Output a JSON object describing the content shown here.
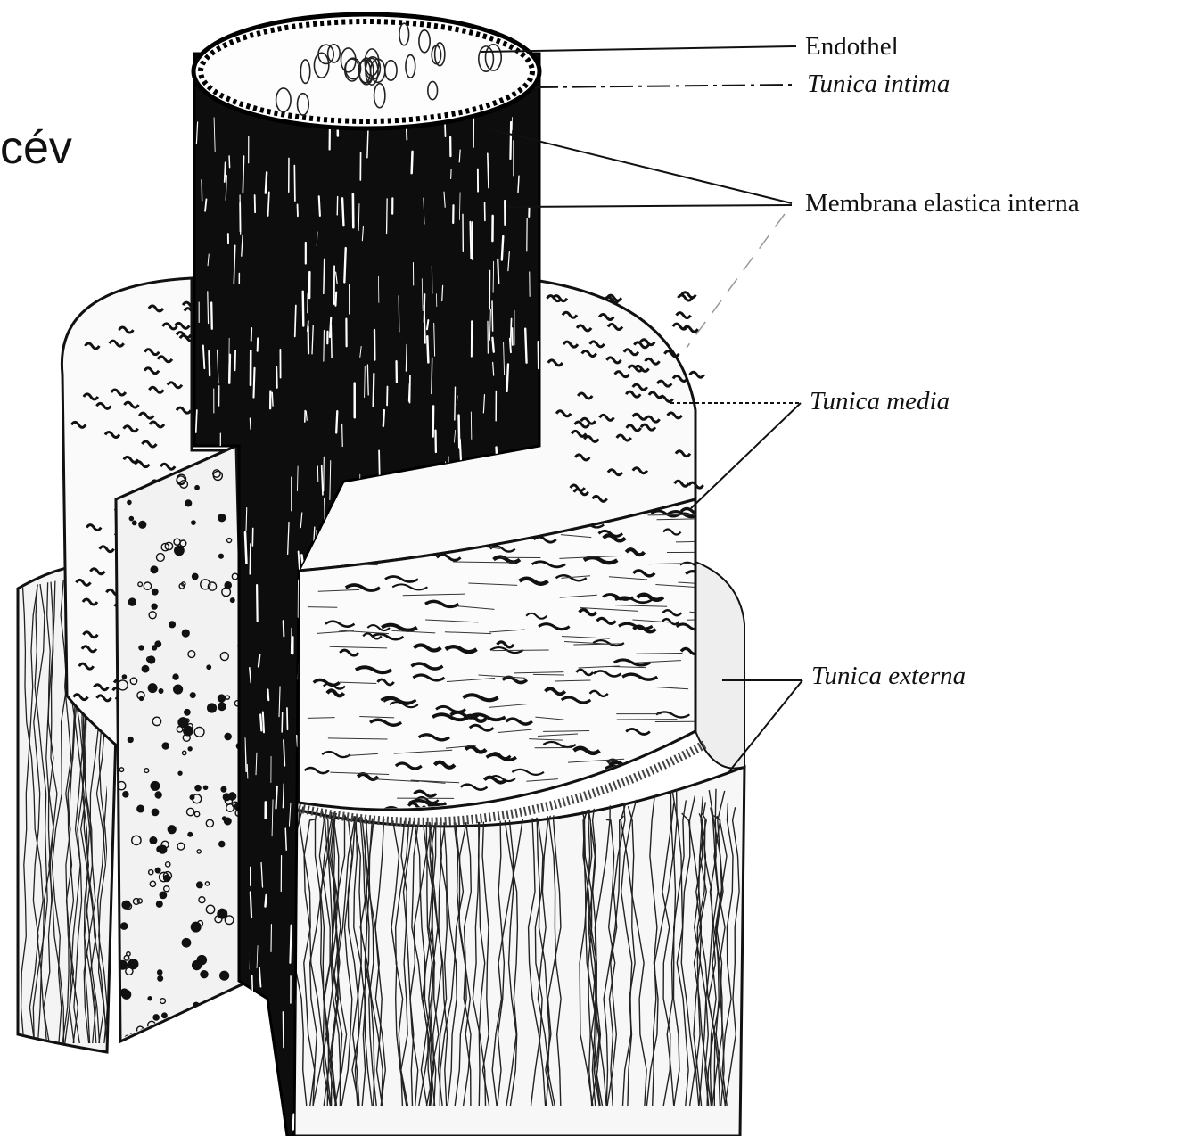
{
  "slide": {
    "title": "cév"
  },
  "labels": {
    "endothel": "Endothel",
    "tunica_intima": "Tunica intima",
    "membrana_elastica_interna": "Membrana elastica interna",
    "tunica_media": "Tunica media",
    "tunica_externa": "Tunica externa"
  },
  "colors": {
    "ink": "#111111",
    "paper": "#ffffff",
    "lumen": "#0d0d0d"
  }
}
